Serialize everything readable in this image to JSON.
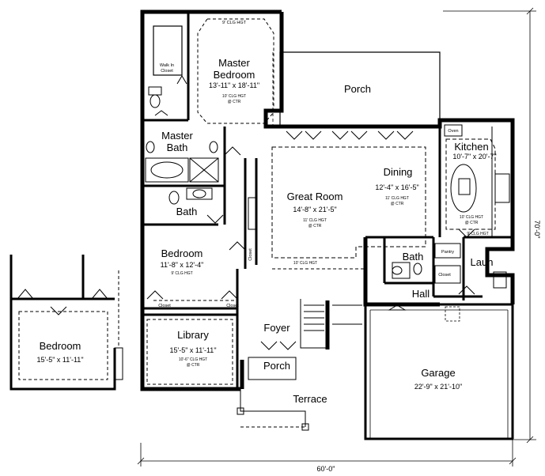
{
  "overall": {
    "width": "60'-0\"",
    "depth": "70'-0\""
  },
  "rooms": {
    "master_bedroom": {
      "name": "Master Bedroom",
      "name_l1": "Master",
      "name_l2": "Bedroom",
      "dims": "13'-11\" x 18'-11\"",
      "ceiling_top": "9' CLG HGT",
      "ceiling": "10' CLG HGT",
      "ceiling_ctr": "@ CTR"
    },
    "walk_in_closet": {
      "l1": "Walk In",
      "l2": "Closet"
    },
    "porch_rear": {
      "name": "Porch"
    },
    "master_bath": {
      "l1": "Master",
      "l2": "Bath"
    },
    "great_room": {
      "name": "Great Room",
      "dims": "14'-8\" x 21'-5\"",
      "ceiling": "11' CLG HGT",
      "ceiling_ctr": "@ CTR",
      "ceiling_bottom": "10' CLG HGT"
    },
    "dining": {
      "name": "Dining",
      "dims": "12'-4\" x 16'-5\"",
      "ceiling": "11' CLG HGT",
      "ceiling_ctr": "@ CTR"
    },
    "kitchen": {
      "name": "Kitchen",
      "dims": "10'-7\" x 20'-7\"",
      "oven": "Oven",
      "ceiling": "10' CLG HGT",
      "ceiling_ctr": "@ CTR",
      "ceiling_bottom": "9' CLG HGT"
    },
    "bath": {
      "name": "Bath"
    },
    "bedroom": {
      "name": "Bedroom",
      "dims": "11'-8\" x 12'-4\"",
      "ceiling": "9' CLG HGT"
    },
    "closet": {
      "name": "Closet"
    },
    "pantry": {
      "name": "Pantry"
    },
    "laundry": {
      "name": "Laun"
    },
    "hall": {
      "name": "Hall"
    },
    "foyer": {
      "name": "Foyer"
    },
    "library": {
      "name": "Library",
      "dims": "15'-5\" x 11'-11\"",
      "ceiling": "10'-6\" CLG HGT",
      "ceiling_ctr": "@ CTR"
    },
    "porch_front": {
      "name": "Porch"
    },
    "terrace": {
      "name": "Terrace"
    },
    "garage": {
      "name": "Garage",
      "dims": "22'-9\" x 21'-10\""
    },
    "bedroom_alt": {
      "name": "Bedroom",
      "dims": "15'-5\" x 11'-11\""
    }
  }
}
